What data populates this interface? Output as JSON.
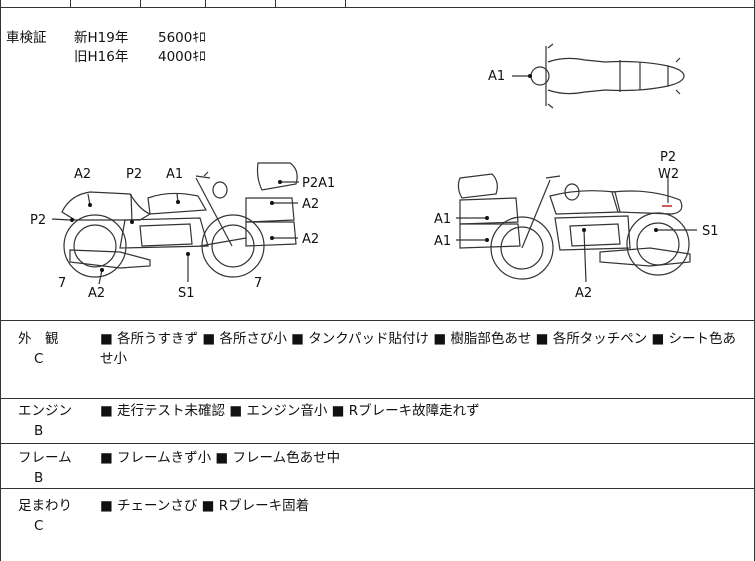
{
  "inspection": {
    "label": "車検証",
    "rows": [
      {
        "era": "新H19年",
        "mileage": "5600ｷﾛ"
      },
      {
        "era": "旧H16年",
        "mileage": "4000ｷﾛ"
      }
    ]
  },
  "diagram_codes": {
    "top_a1": "A1",
    "left_a2_a": "A2",
    "left_p2_a": "P2",
    "left_a1": "A1",
    "left_p2_side": "P2",
    "left_7_a": "7",
    "left_a2_b": "A2",
    "left_s1": "S1",
    "left_7_b": "7",
    "left_p2a1": "P2A1",
    "left_a2_c": "A2",
    "left_a2_d": "A2",
    "right_p2": "P2",
    "right_w2": "W2",
    "right_a1_a": "A1",
    "right_a1_b": "A1",
    "right_s1": "S1",
    "right_a2": "A2"
  },
  "sections": [
    {
      "name": "外　観",
      "grade": "C",
      "notes": "■ 各所うすきず ■ 各所さび小 ■ タンクパッド貼付け ■ 樹脂部色あせ ■ 各所タッチペン ■ シート色あせ小"
    },
    {
      "name": "エンジン",
      "grade": "B",
      "notes": "■ 走行テスト未確認 ■ エンジン音小 ■ Rブレーキ故障走れず"
    },
    {
      "name": "フレーム",
      "grade": "B",
      "notes": "■ フレームきず小 ■ フレーム色あせ中"
    },
    {
      "name": "足まわり",
      "grade": "C",
      "notes": "■ チェーンさび ■ Rブレーキ固着"
    }
  ],
  "colors": {
    "line": "#333333",
    "mark_red": "#c0392b"
  }
}
